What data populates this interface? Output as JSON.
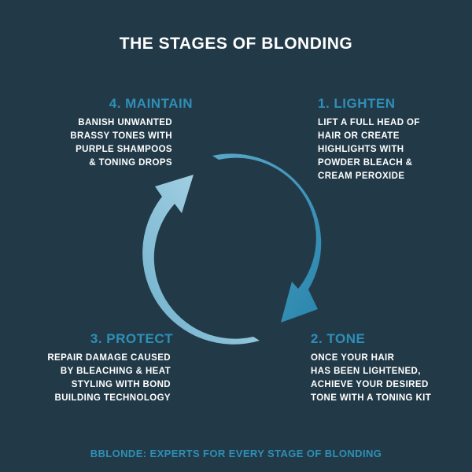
{
  "title": "THE STAGES OF BLONDING",
  "stages": [
    {
      "heading": "1.  LIGHTEN",
      "lines": [
        "LIFT A FULL HEAD OF",
        "HAIR OR CREATE",
        "HIGHLIGHTS WITH",
        "POWDER BLEACH &",
        "CREAM PEROXIDE"
      ]
    },
    {
      "heading": "2. TONE",
      "lines": [
        "ONCE YOUR HAIR",
        "HAS BEEN LIGHTENED,",
        "ACHIEVE YOUR DESIRED",
        "TONE WITH A TONING KIT"
      ]
    },
    {
      "heading": "3. PROTECT",
      "lines": [
        "REPAIR DAMAGE CAUSED",
        "BY BLEACHING & HEAT",
        "STYLING WITH BOND",
        "BUILDING TECHNOLOGY"
      ]
    },
    {
      "heading": "4. MAINTAIN",
      "lines": [
        "BANISH UNWANTED",
        "BRASSY TONES WITH",
        "PURPLE SHAMPOOS",
        "& TONING DROPS"
      ]
    }
  ],
  "footer": "BBLONDE: EXPERTS FOR EVERY STAGE OF BLONDING",
  "colors": {
    "background": "#223a48",
    "accent": "#2e8fb7",
    "arrow_light": "#a9d3e6"
  }
}
